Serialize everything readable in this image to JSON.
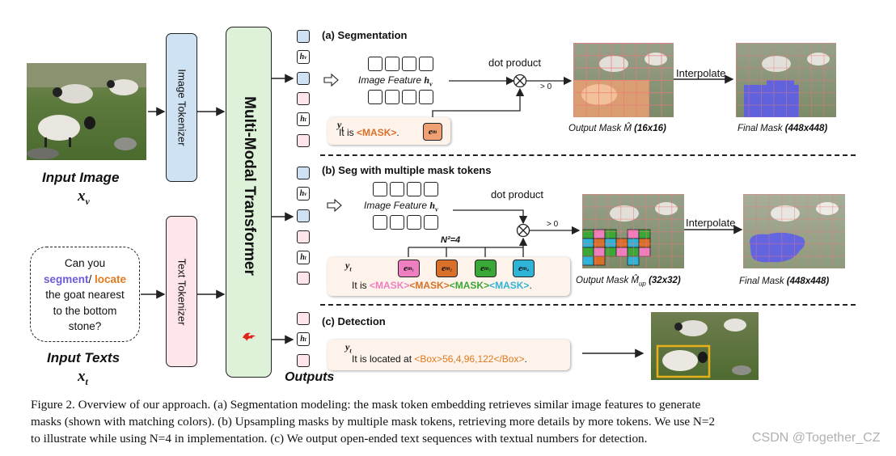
{
  "input_image": {
    "label": "Input Image",
    "symbol": "x",
    "subscript": "v"
  },
  "input_text": {
    "line1": "Can you",
    "segment": "segment",
    "slash": "/ ",
    "locate": "locate",
    "line3": "the goat nearest",
    "line4": "to the bottom",
    "line5": "stone?",
    "label": "Input Texts",
    "symbol": "x",
    "subscript": "t"
  },
  "image_tokenizer": "Image Tokenizer",
  "text_tokenizer": "Text Tokenizer",
  "transformer": "Multi-Modal Transformer",
  "outputs_label": "Outputs",
  "token_h": "h",
  "sub_v": "v",
  "sub_t": "t",
  "section_a": {
    "title": "(a) Segmentation",
    "image_feature": "Image Feature ",
    "dot_product": "dot product",
    "gt_zero": "> 0",
    "interpolate": "Interpolate",
    "prompt_y": "y",
    "prompt_y_sub": "t",
    "prompt_text": "It is ",
    "mask": "<MASK>",
    "period": ".",
    "emb": "e",
    "emb_sub": "m",
    "output_mask": "Output Mask M̂ ",
    "output_mask_size": "(16x16)",
    "final_mask": "Final Mask ",
    "final_mask_size": "(448x448)"
  },
  "section_b": {
    "title": "(b) Seg with multiple mask tokens",
    "image_feature": "Image Feature ",
    "dot_product": "dot product",
    "gt_zero": "> 0",
    "interpolate": "Interpolate",
    "n2": "N²=4",
    "prompt_y": "y",
    "prompt_y_sub": "t",
    "prompt_text": "It is ",
    "masks": [
      "<MASK>",
      "<MASK>",
      "<MASK>",
      "<MASK>"
    ],
    "period": ".",
    "emb_subs": [
      "m₁",
      "m₂",
      "m₃",
      "m₄"
    ],
    "output_mask": "Output Mask M̂",
    "output_mask_sub": "up",
    "output_mask_size": "(32x32)",
    "final_mask": "Final Mask ",
    "final_mask_size": "(448x448)"
  },
  "section_c": {
    "title": "(c) Detection",
    "prompt_y": "y",
    "prompt_y_sub": "t",
    "prompt_text": "It is located at ",
    "box": "<Box>56,4,96,122</Box>",
    "period": "."
  },
  "caption": {
    "line1": "Figure 2. Overview of our approach. (a) Segmentation modeling: the mask token embedding retrieves similar image features to generate",
    "line2": "masks (shown with matching colors). (b) Upsampling masks by multiple mask tokens, retrieving more details by more tokens. We use N=2",
    "line3": "to illustrate while using N=4 in implementation. (c) We output open-ended text sequences with textual numbers for detection."
  },
  "watermark": "CSDN @Together_CZ",
  "colors": {
    "blue_token": "#cfe2f3",
    "pink_token": "#fde5ea",
    "orange": "#f0a173",
    "mask_pink": "#ef7fc0",
    "mask_orange": "#d9702a",
    "mask_green": "#3aa836",
    "mask_cyan": "#2fb3d6",
    "mask_blue": "#5a5af0"
  }
}
